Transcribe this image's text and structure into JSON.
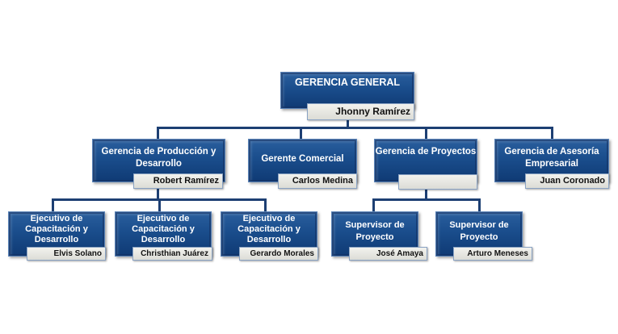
{
  "root": {
    "title": "GERENCIA GENERAL",
    "name": "Jhonny Ramírez"
  },
  "level2": [
    {
      "title": "Gerencia de Producción  y Desarrollo",
      "name": "Robert Ramírez"
    },
    {
      "title": "Gerente Comercial",
      "name": "Carlos Medina"
    },
    {
      "title": "Gerencia de Proyectos",
      "name": ""
    },
    {
      "title": "Gerencia de Asesoría Empresarial",
      "name": "Juan Coronado"
    }
  ],
  "level3": [
    {
      "title": "Ejecutivo de Capacitación  y Desarrollo",
      "name": "Elvis Solano"
    },
    {
      "title": "Ejecutivo de Capacitación  y Desarrollo",
      "name": "Christhian Juárez"
    },
    {
      "title": "Ejecutivo de Capacitación  y Desarrollo",
      "name": "Gerardo Morales"
    },
    {
      "title": "Supervisor de Proyecto",
      "name": "José Amaya"
    },
    {
      "title": "Supervisor de Proyecto",
      "name": "Arturo Meneses"
    }
  ]
}
